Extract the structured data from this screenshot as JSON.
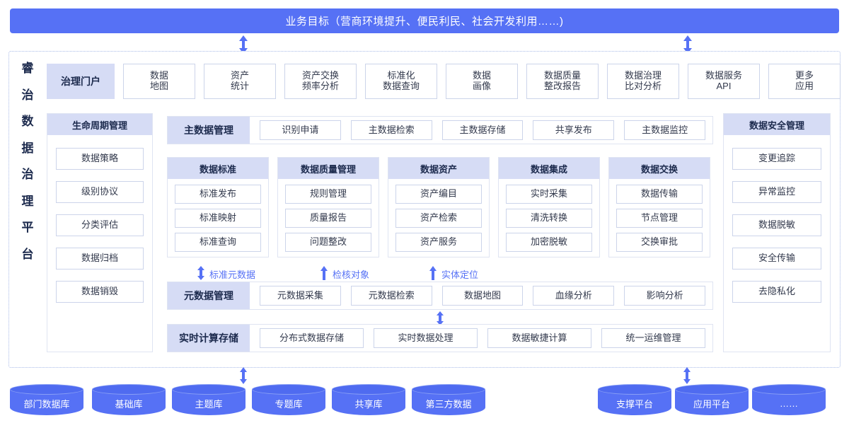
{
  "banner": {
    "text": "业务目标（营商环境提升、便民利民、社会开发利用……)"
  },
  "platform": {
    "vertical_title": "睿治数据治理平台",
    "title_chars": [
      "睿",
      "治",
      "数",
      "据",
      "治",
      "理",
      "平",
      "台"
    ]
  },
  "portal": {
    "head": "治理门户",
    "apps": [
      "数据\n地图",
      "资产\n统计",
      "资产交换\n频率分析",
      "标准化\n数据查询",
      "数据\n画像",
      "数据质量\n整改报告",
      "数据治理\n比对分析",
      "数据服务\nAPI",
      "更多\n应用"
    ]
  },
  "lifecycle": {
    "head": "生命周期管理",
    "items": [
      "数据策略",
      "级别协议",
      "分类评估",
      "数据归档",
      "数据销毁"
    ]
  },
  "security": {
    "head": "数据安全管理",
    "items": [
      "变更追踪",
      "异常监控",
      "数据脱敏",
      "安全传输",
      "去隐私化"
    ]
  },
  "masterdata": {
    "head": "主数据管理",
    "items": [
      "识别申请",
      "主数据检索",
      "主数据存储",
      "共享发布",
      "主数据监控"
    ]
  },
  "domains": [
    {
      "head": "数据标准",
      "items": [
        "标准发布",
        "标准映射",
        "标准查询"
      ]
    },
    {
      "head": "数据质量管理",
      "items": [
        "规则管理",
        "质量报告",
        "问题整改"
      ]
    },
    {
      "head": "数据资产",
      "items": [
        "资产编目",
        "资产检索",
        "资产服务"
      ]
    },
    {
      "head": "数据集成",
      "items": [
        "实时采集",
        "清洗转换",
        "加密脱敏"
      ]
    },
    {
      "head": "数据交换",
      "items": [
        "数据传输",
        "节点管理",
        "交换审批"
      ]
    }
  ],
  "flows": [
    {
      "label": "标准元数据",
      "arrow": "double-arrow-icon"
    },
    {
      "label": "检核对象",
      "arrow": "up-arrow-icon"
    },
    {
      "label": "实体定位",
      "arrow": "up-arrow-icon"
    }
  ],
  "metadata": {
    "head": "元数据管理",
    "items": [
      "元数据采集",
      "元数据检索",
      "数据地图",
      "血缘分析",
      "影响分析"
    ]
  },
  "realtime": {
    "head": "实时计算存储",
    "items": [
      "分布式数据存储",
      "实时数据处理",
      "数据敏捷计算",
      "统一运维管理"
    ]
  },
  "sources": {
    "left": [
      "部门数据库",
      "基础库",
      "主题库",
      "专题库",
      "共享库",
      "第三方数据"
    ],
    "right": [
      "支撑平台",
      "应用平台",
      "……"
    ]
  },
  "colors": {
    "brand": "#5671f5",
    "head_bg": "#d6dcf5",
    "cell_border": "#ccd4ea",
    "frame_border": "#a9bbe8",
    "text_dark": "#1c2a4d"
  }
}
